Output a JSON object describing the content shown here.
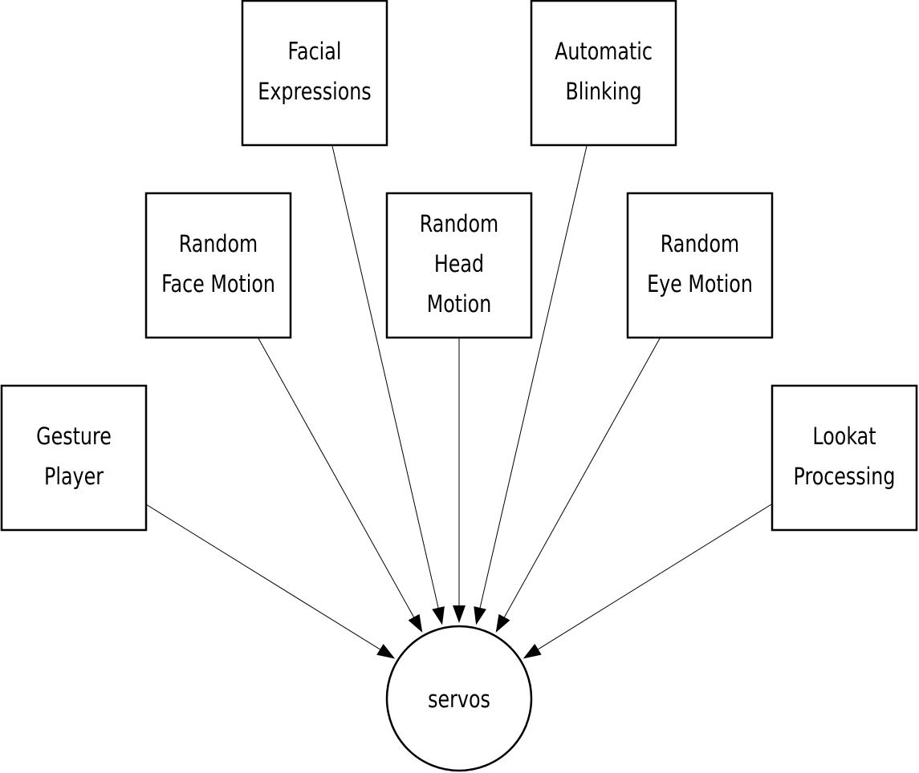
{
  "nodes": [
    {
      "id": "facial_expressions",
      "shape": "box",
      "label_lines": [
        "Facial",
        "Expressions"
      ]
    },
    {
      "id": "automatic_blinking",
      "shape": "box",
      "label_lines": [
        "Automatic",
        "Blinking"
      ]
    },
    {
      "id": "random_face_motion",
      "shape": "box",
      "label_lines": [
        "Random",
        "Face Motion"
      ]
    },
    {
      "id": "random_head_motion",
      "shape": "box",
      "label_lines": [
        "Random",
        "Head",
        "Motion"
      ]
    },
    {
      "id": "random_eye_motion",
      "shape": "box",
      "label_lines": [
        "Random",
        "Eye Motion"
      ]
    },
    {
      "id": "gesture_player",
      "shape": "box",
      "label_lines": [
        "Gesture",
        "Player"
      ]
    },
    {
      "id": "lookat_processing",
      "shape": "box",
      "label_lines": [
        "Lookat",
        "Processing"
      ]
    },
    {
      "id": "servos",
      "shape": "circle",
      "label_lines": [
        "servos"
      ]
    }
  ],
  "edges": [
    {
      "from": "gesture_player",
      "to": "servos"
    },
    {
      "from": "random_face_motion",
      "to": "servos"
    },
    {
      "from": "facial_expressions",
      "to": "servos"
    },
    {
      "from": "random_head_motion",
      "to": "servos"
    },
    {
      "from": "automatic_blinking",
      "to": "servos"
    },
    {
      "from": "random_eye_motion",
      "to": "servos"
    },
    {
      "from": "lookat_processing",
      "to": "servos"
    }
  ]
}
